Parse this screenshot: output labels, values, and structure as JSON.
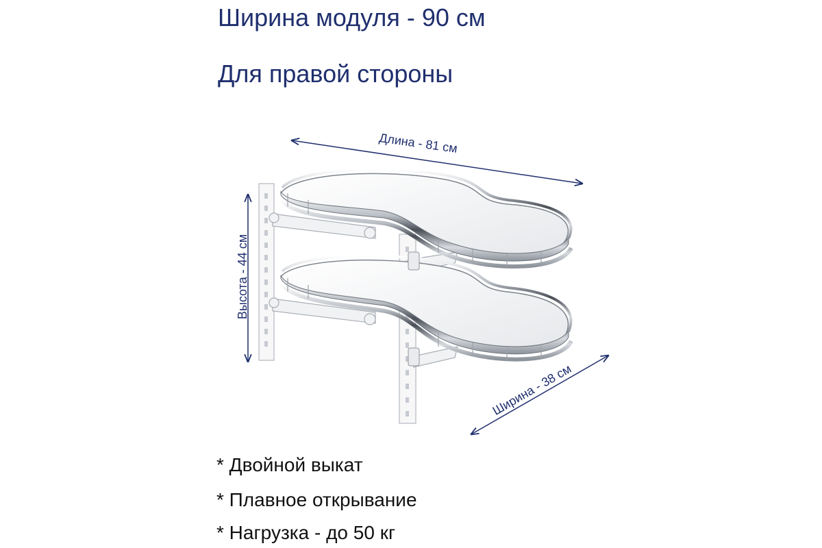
{
  "header": {
    "module_width": "Ширина модуля - 90 см",
    "side": "Для правой стороны"
  },
  "dimensions": {
    "length": "Длина - 81 см",
    "height": "Высота - 44 см",
    "width": "Ширина - 38 см"
  },
  "features": [
    "* Двойной выкат",
    "* Плавное открывание",
    "* Нагрузка - до 50 кг"
  ],
  "colors": {
    "title_text": "#1f2f6e",
    "dimension_lines": "#1f2f6e",
    "feature_text": "#111111",
    "chrome": "#9aa0a8",
    "shelf_white": "#f3f4f6"
  }
}
